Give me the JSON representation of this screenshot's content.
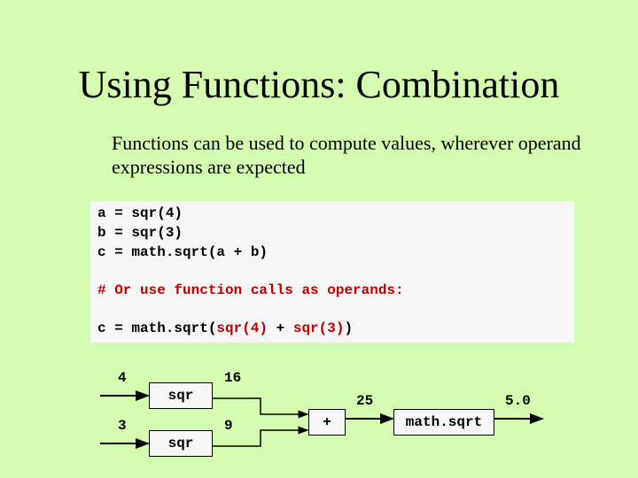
{
  "slide": {
    "title": "Using Functions: Combination",
    "subtitle": "Functions can be used to compute values, wherever operand expressions are expected"
  },
  "code": {
    "line1": "a = sqr(4)",
    "line2": "b = sqr(3)",
    "line3": "c = math.sqrt(a + b)",
    "comment": "# Or use function calls as operands:",
    "line5_prefix": "c = math.sqrt(",
    "line5_call1": "sqr(4)",
    "line5_op": " + ",
    "line5_call2": "sqr(3)",
    "line5_suffix": ")"
  },
  "diagram": {
    "input1": "4",
    "input2": "3",
    "box_sqr1": "sqr",
    "box_sqr2": "sqr",
    "out_sqr1": "16",
    "out_sqr2": "9",
    "box_plus": "+",
    "out_plus": "25",
    "box_sqrt": "math.sqrt",
    "out_sqrt": "5.0"
  },
  "colors": {
    "background": "#d4fcb0",
    "code_background": "#f6f6f6",
    "accent_red": "#c00000"
  }
}
